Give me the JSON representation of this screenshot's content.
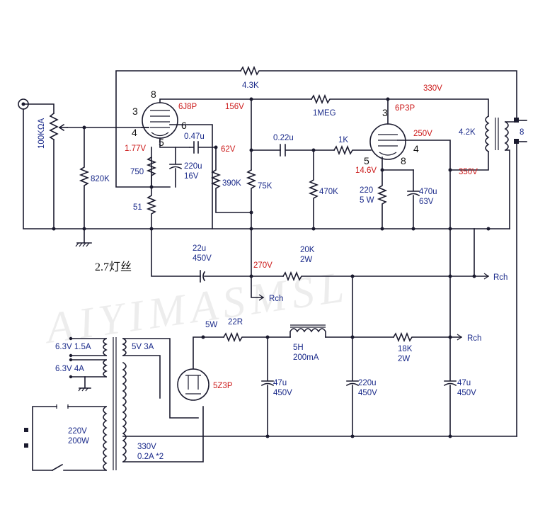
{
  "watermark": "AIYIMASMSL",
  "labels": {
    "pot": "100KΩA",
    "r_fb": "4.3K",
    "r_820": "820K",
    "r_750": "750",
    "r_51": "51",
    "c_047": "0.47u",
    "c_220u_16v": "220u\n16V",
    "r_390": "390K",
    "r_75": "75K",
    "c_022": "0.22u",
    "r_1meg": "1MEG",
    "r_1k": "1K",
    "r_470k": "470K",
    "r_220_5w": "220\n5 W",
    "c_470u_63v": "470u\n63V",
    "xfmr_42k": "4.2K",
    "spk_8": "8",
    "heater": "2.7灯丝",
    "c_22u_450": "22u\n450V",
    "r_20k_2w": "20K\n2W",
    "rch": "Rch",
    "r_22r_5w_a": "5W",
    "r_22r_5w_b": "22R",
    "choke_5h": "5H\n200mA",
    "r_18k_2w": "18K\n2W",
    "c_47u_450_a": "47u\n450V",
    "c_220u_450": "220u\n450V",
    "c_47u_450_b": "47u\n450V",
    "t_63_15": "6.3V 1.5A",
    "t_63_4": "6.3V 4A",
    "t_5v3a": "5V 3A",
    "t_220": "220V\n200W",
    "t_330": "330V\n0.2A *2",
    "rect": "5Z3P"
  },
  "voltages": {
    "v156": "156V",
    "v330": "330V",
    "v177": "1.77V",
    "v62": "62V",
    "v250": "250V",
    "v146": "14.6V",
    "v350": "350V",
    "v270": "270V"
  },
  "tubes": {
    "v1": "6J8P",
    "v2": "6P3P"
  },
  "pins": {
    "v1_8": "8",
    "v1_3": "3",
    "v1_4": "4",
    "v1_5": "5",
    "v1_6": "6",
    "v2_3": "3",
    "v2_5": "5",
    "v2_4": "4",
    "v2_8": "8"
  }
}
